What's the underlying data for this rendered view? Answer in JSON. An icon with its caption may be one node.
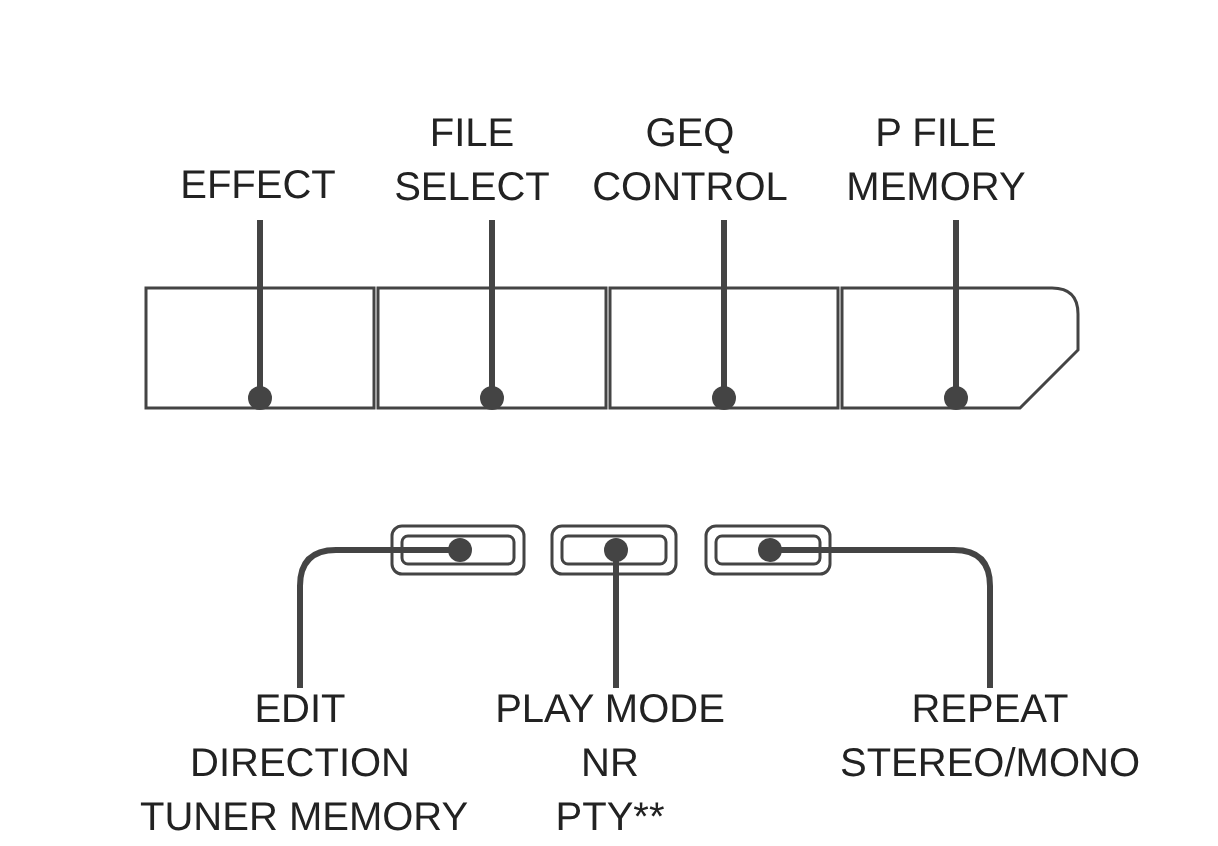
{
  "diagram": {
    "nodes": [
      {
        "text": [
          "EFFECT"
        ]
      },
      {
        "text": [
          "FILE SELECT"
        ]
      },
      {
        "text": [
          "GEQ CONTROL"
        ]
      },
      {
        "text": [
          "P FILE MEMORY"
        ]
      },
      {
        "text": [],
        "shape": "box"
      },
      {
        "text": [],
        "shape": "box"
      },
      {
        "text": [],
        "shape": "box"
      },
      {
        "text": [],
        "shape": "box"
      },
      {
        "text": [],
        "shape": "box"
      },
      {
        "text": [],
        "shape": "box"
      },
      {
        "text": [],
        "shape": "box"
      },
      {
        "text": [
          "EDIT",
          "DIRECTION",
          "TUNER MEMORY"
        ]
      },
      {
        "text": [
          "PLAY MODE",
          "NR",
          "PTY**"
        ]
      },
      {
        "text": [
          "REPEAT",
          "STEREO/MONO"
        ]
      }
    ],
    "edges": [
      {
        "from": 0,
        "to": 4,
        "arrow": "other"
      },
      {
        "from": 1,
        "to": 5,
        "arrow": "other"
      },
      {
        "from": 2,
        "to": 6,
        "arrow": "other"
      },
      {
        "from": 3,
        "to": 7,
        "arrow": "other"
      },
      {
        "from": 11,
        "to": 8,
        "arrow": "other"
      },
      {
        "from": 12,
        "to": 9,
        "arrow": "other"
      },
      {
        "from": 13,
        "to": 10,
        "arrow": "other"
      }
    ]
  }
}
